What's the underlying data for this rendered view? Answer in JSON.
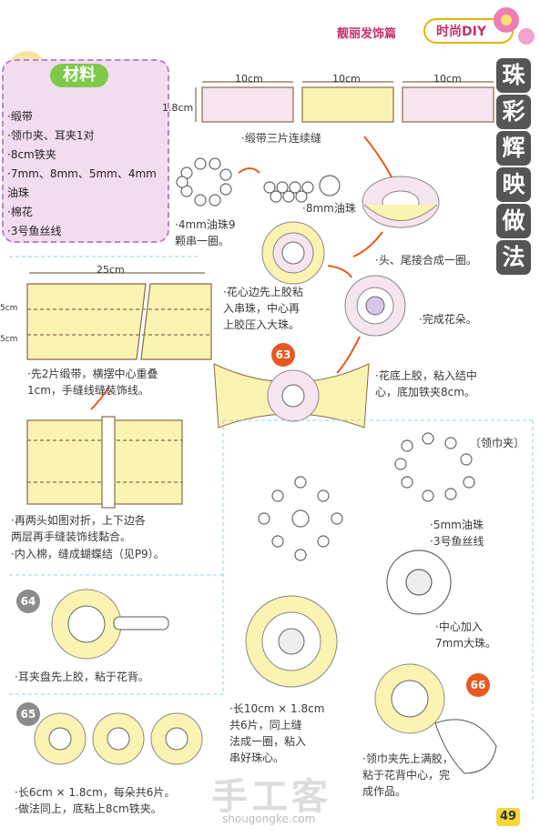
{
  "header": {
    "section": "靓丽发饰篇",
    "badge": "时尚DIY"
  },
  "vertical_title": [
    "珠",
    "彩",
    "辉",
    "映",
    "做",
    "法"
  ],
  "materials": {
    "title": "材料",
    "items": [
      "·缎带",
      "·领巾夹、耳夹1对",
      "·8cm铁夹",
      "·7mm、8mm、5mm、4mm",
      "  油珠",
      "·棉花",
      "·3号鱼丝线"
    ]
  },
  "dims": {
    "d1": "10cm",
    "d2": "10cm",
    "d3": "10cm",
    "h": "1.8cm",
    "w25": "25cm",
    "side_top": "5cm",
    "side_bottom": "5cm"
  },
  "captions": {
    "c1": "·缎带三片连续缝",
    "c2a": "·4mm油珠9",
    "c2b": "  颗串一圈。",
    "c3": "·8mm油珠",
    "c4": "·头、尾接合成一圈。",
    "c5a": "·花心边先上胶粘",
    "c5b": "  入串珠，中心再",
    "c5c": "  上胶压入大珠。",
    "c6": "·完成花朵。",
    "c7a": "·先2片缎带，横摆中心重叠",
    "c7b": "  1cm，手缝线缝装饰线。",
    "c8a": "·花底上胶，粘入结中",
    "c8b": "  心，底加铁夹8cm。",
    "c9": "〔领巾夹〕",
    "c10a": "·再两头如图对折，上下边各",
    "c10b": "  两层再手缝装饰线黏合。",
    "c10c": "·内入棉，缝成蝴蝶结（见P9）。",
    "c11a": "·5mm油珠",
    "c11b": "·3号鱼丝线",
    "c12a": "·中心加入",
    "c12b": "  7mm大珠。",
    "c13": "·耳夹盘先上胶，粘于花背。",
    "c14a": "·长10cm × 1.8cm",
    "c14b": "  共6片，同上缝",
    "c14c": "  法成一圈，粘入",
    "c14d": "  串好珠心。",
    "c15a": "·领巾夹先上满胶，",
    "c15b": "  粘于花背中心，完",
    "c15c": "  成作品。",
    "c16a": "·长6cm × 1.8cm，每朵共6片。",
    "c16b": "·做法同上，底粘上8cm铁夹。"
  },
  "steps": {
    "s63": "63",
    "s64": "64",
    "s65": "65",
    "s66": "66"
  },
  "page_number": "49",
  "watermark": {
    "main": "手工客",
    "url": "shougongke.com"
  },
  "colors": {
    "ribbon": "#fbf3b2",
    "pink": "#f6e4ee",
    "accent": "#c72f6d",
    "orange": "#e9591f",
    "green": "#7fc94a"
  }
}
